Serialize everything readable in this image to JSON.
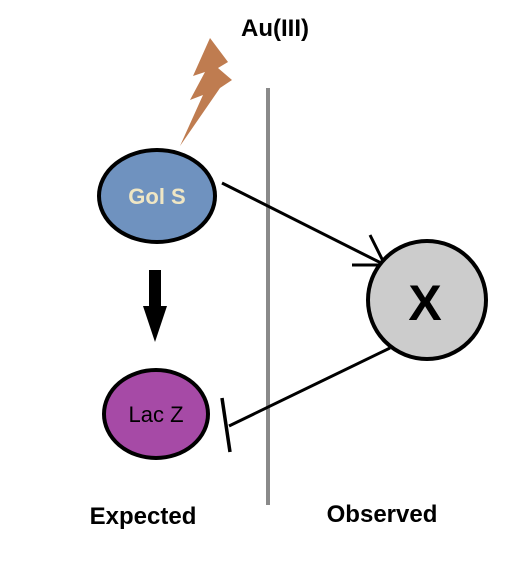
{
  "inducer": {
    "label": "Au(III)",
    "color": "#bf7c50",
    "icon": "lightning-bolt-icon"
  },
  "nodes": {
    "gols": {
      "label": "Gol S",
      "fill": "#6f92bf",
      "stroke": "#000000",
      "text_color": "#efe6c4"
    },
    "lacz": {
      "label": "Lac Z",
      "fill": "#a64aa6",
      "stroke": "#000000",
      "text_color": "#000000"
    },
    "x": {
      "label": "X",
      "fill": "#cccccc",
      "stroke": "#000000",
      "text_color": "#000000"
    }
  },
  "edges": [
    {
      "from": "gols",
      "to": "lacz",
      "type": "activation",
      "panel": "expected"
    },
    {
      "from": "gols",
      "to": "x",
      "type": "activation",
      "panel": "observed"
    },
    {
      "from": "x",
      "to": "lacz",
      "type": "inhibition",
      "panel": "observed"
    }
  ],
  "divider_color": "#8a8a8a",
  "panels": {
    "expected": {
      "label": "Expected"
    },
    "observed": {
      "label": "Observed"
    }
  }
}
